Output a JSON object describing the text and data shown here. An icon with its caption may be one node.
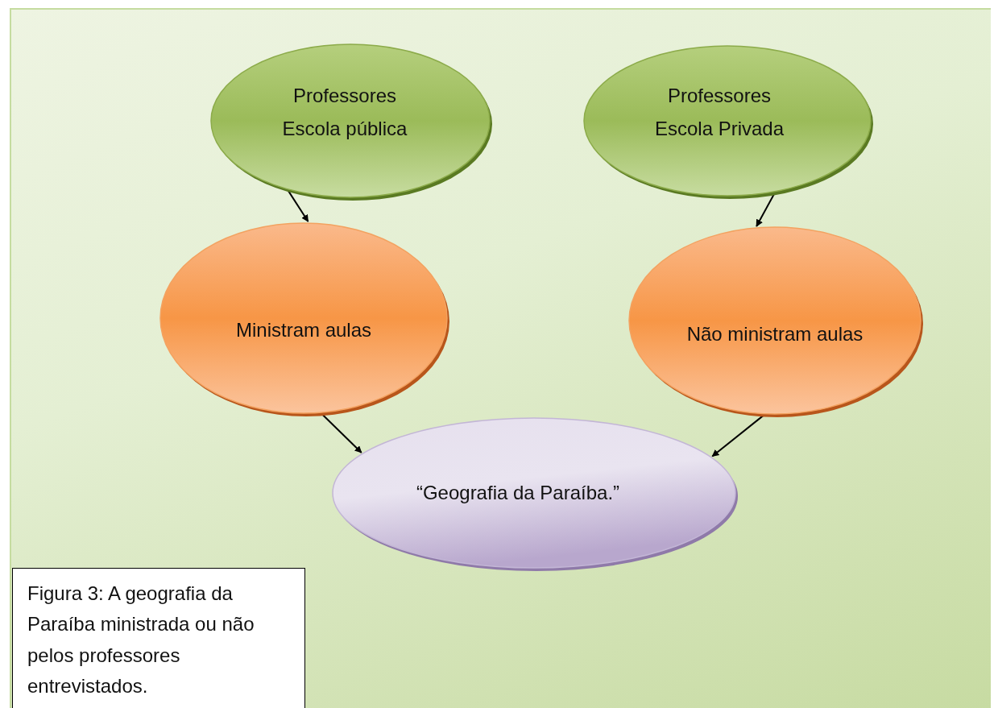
{
  "diagram": {
    "caption": "Figura 3: A geografia da Paraíba ministrada ou não pelos professores entrevistados.",
    "nodes": [
      {
        "text": [
          "Professores Escola pública"
        ]
      },
      {
        "text": [
          "Professores Escola Privada"
        ]
      },
      {
        "text": [
          "Ministram aulas"
        ]
      },
      {
        "text": [
          "Não ministram aulas"
        ]
      },
      {
        "text": [
          "“Geografia da Paraíba.”"
        ]
      }
    ],
    "edges": [
      {
        "from": 0,
        "to": 2,
        "arrow": "to"
      },
      {
        "from": 1,
        "to": 3,
        "arrow": "to"
      },
      {
        "from": 2,
        "to": 4,
        "arrow": "to"
      },
      {
        "from": 3,
        "to": 4,
        "arrow": "to"
      }
    ]
  }
}
